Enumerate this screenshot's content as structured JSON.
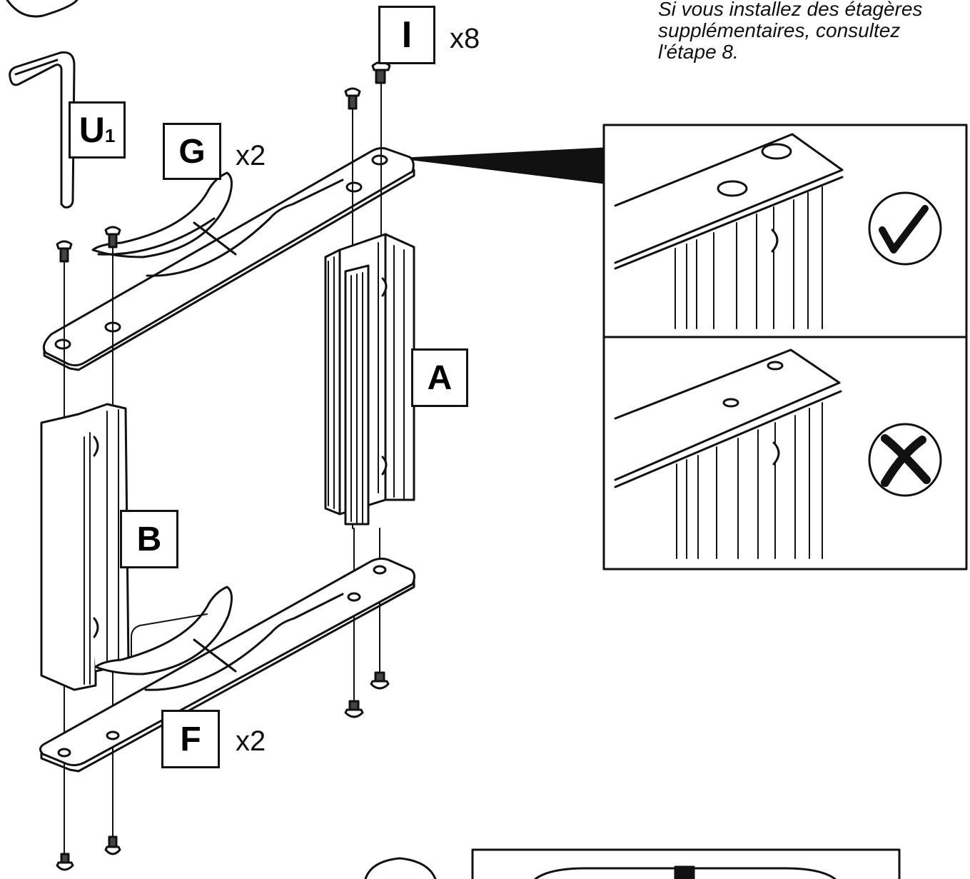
{
  "note": {
    "lines": [
      "Si vous installez des étagères",
      "supplémentaires, consultez",
      "l'étape 8."
    ]
  },
  "parts": {
    "I": {
      "letter": "I",
      "qty": "x8"
    },
    "U1": {
      "letter": "U",
      "sub": "1"
    },
    "G": {
      "letter": "G",
      "qty": "x2"
    },
    "A": {
      "letter": "A"
    },
    "B": {
      "letter": "B"
    },
    "F": {
      "letter": "F",
      "qty": "x2"
    }
  },
  "colors": {
    "line": "#111111",
    "fill": "#ffffff",
    "shade": "#d8d8d8"
  },
  "icons": [
    "hex-key-icon",
    "screw-icon",
    "check-icon",
    "cross-icon"
  ]
}
